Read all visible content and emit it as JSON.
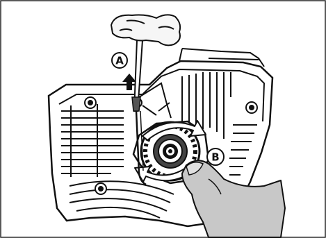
{
  "illustration": {
    "description_free": true,
    "callouts": [
      {
        "id": "a",
        "label": "A"
      },
      {
        "id": "b",
        "label": "B"
      }
    ],
    "colors": {
      "line": "#111111",
      "hand_fill": "#c8c8c8",
      "hand_light": "#f2f2f2",
      "border": "#222222",
      "background": "#ffffff"
    }
  }
}
